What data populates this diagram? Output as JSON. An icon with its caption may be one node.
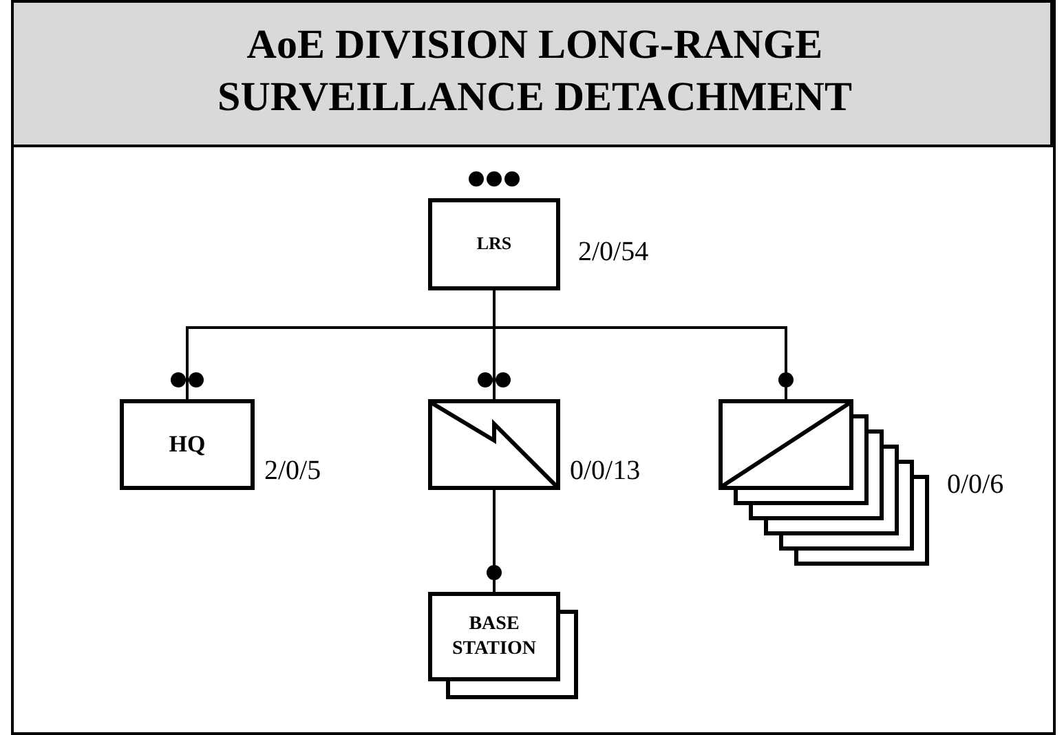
{
  "diagram": {
    "title": "AoE DIVISION LONG-RANGE SURVEILLANCE DETACHMENT",
    "nodes": [
      {
        "text": [
          "LRS"
        ],
        "beside": [
          "2/0/54"
        ]
      },
      {
        "text": [
          "HQ"
        ],
        "beside": [
          "2/0/5"
        ]
      },
      {
        "text": [],
        "shape": "box",
        "beside": [
          "0/0/13"
        ]
      },
      {
        "text": [],
        "shape": "box",
        "beside": [
          "0/0/6"
        ]
      },
      {
        "text": [
          "BASE STATION"
        ]
      }
    ],
    "edges": [
      {
        "from": 0,
        "to": 1,
        "arrow": "none"
      },
      {
        "from": 0,
        "to": 2,
        "arrow": "none"
      },
      {
        "from": 0,
        "to": 3,
        "arrow": "none"
      },
      {
        "from": 2,
        "to": 4,
        "arrow": "none"
      }
    ]
  }
}
